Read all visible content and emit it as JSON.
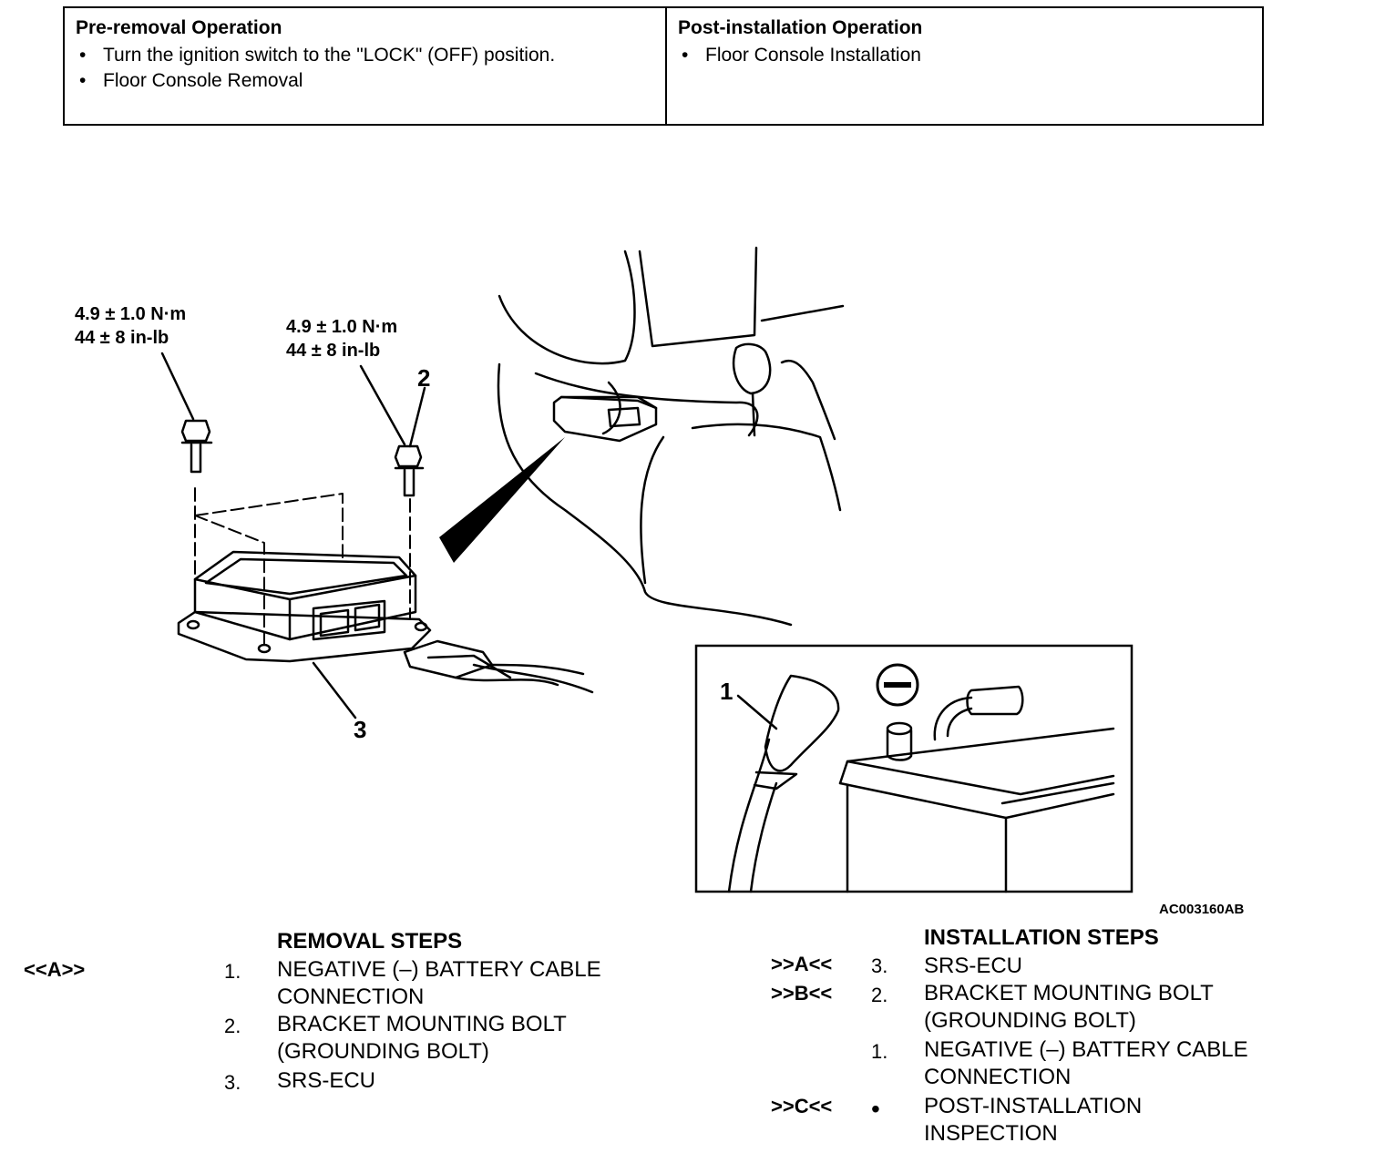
{
  "pre_removal": {
    "title": "Pre-removal Operation",
    "items": [
      "Turn the ignition switch to the \"LOCK\" (OFF) position.",
      "Floor Console Removal"
    ]
  },
  "post_installation": {
    "title": "Post-installation Operation",
    "items": [
      "Floor Console Installation"
    ]
  },
  "figure": {
    "torque_left": [
      "4.9 ±  1.0 N·m",
      "44 ± 8 in-lb"
    ],
    "torque_right": [
      "4.9 ±  1.0 N·m",
      "44 ± 8 in-lb"
    ],
    "callouts": [
      "1",
      "2",
      "3"
    ],
    "code": "AC003160AB"
  },
  "removal": {
    "heading": "REMOVAL STEPS",
    "steps": [
      {
        "ref": "<<A>>",
        "num": "1.",
        "lines": [
          "NEGATIVE (–) BATTERY CABLE",
          "CONNECTION"
        ]
      },
      {
        "ref": "",
        "num": "2.",
        "lines": [
          "BRACKET MOUNTING BOLT",
          "(GROUNDING BOLT)"
        ]
      },
      {
        "ref": "",
        "num": "3.",
        "lines": [
          "SRS-ECU"
        ]
      }
    ]
  },
  "installation": {
    "heading": "INSTALLATION STEPS",
    "steps": [
      {
        "ref": ">>A<<",
        "num": "3.",
        "lines": [
          "SRS-ECU"
        ]
      },
      {
        "ref": ">>B<<",
        "num": "2.",
        "lines": [
          "BRACKET MOUNTING BOLT",
          "(GROUNDING BOLT)"
        ]
      },
      {
        "ref": "",
        "num": "1.",
        "lines": [
          "NEGATIVE (–) BATTERY CABLE",
          "CONNECTION"
        ]
      },
      {
        "ref": ">>C<<",
        "num": "•",
        "lines": [
          "POST-INSTALLATION",
          "INSPECTION"
        ]
      }
    ]
  }
}
